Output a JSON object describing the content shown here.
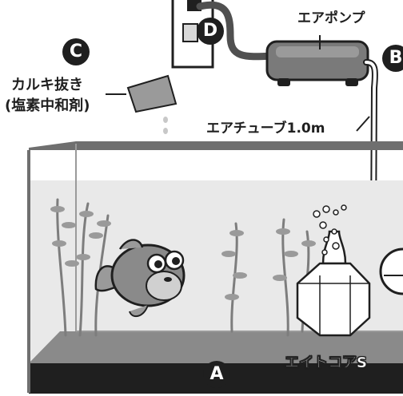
{
  "labels": {
    "air_pump": "エアポンプ",
    "air_tube": "エアチューブ1.0m",
    "conditioner_line1": "カルキ抜き",
    "conditioner_line2": "(塩素中和剤)",
    "filter": "エイトコアS"
  },
  "markers": {
    "a": "A",
    "b": "B",
    "c": "C",
    "d": "D"
  },
  "colors": {
    "ink": "#1f1f1f",
    "tank_frame": "#6f6f6f",
    "water": "#e9e9e9",
    "gravel": "#8a8a8a",
    "pump_body": "#7a7a7a",
    "plant": "#7d7d7d"
  }
}
